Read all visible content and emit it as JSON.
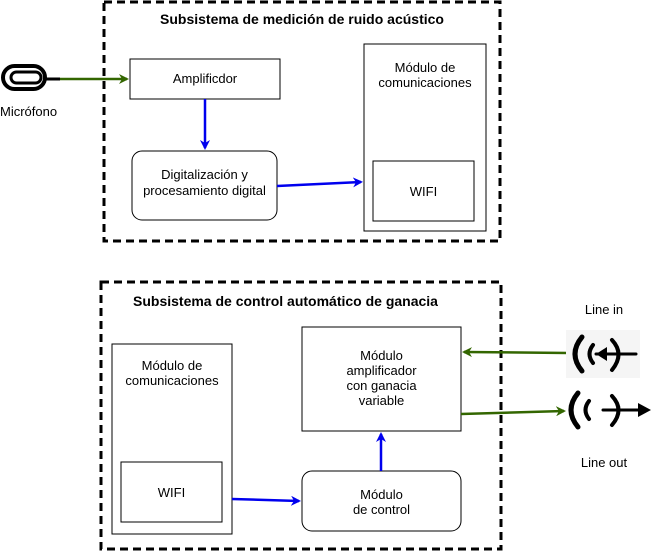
{
  "subsystems": {
    "noise": {
      "title": "Subsistema de medición de ruido acústico"
    },
    "agc": {
      "title": "Subsistema de control automático de ganacia"
    }
  },
  "blocks": {
    "amplificador": "Amplificdor",
    "digitalizacion": "Digitalización y\nprocesamiento digital",
    "modulo_com_top": "Módulo de\ncomunicaciones",
    "wifi_top": "WIFI",
    "modulo_com_bottom": "Módulo de\ncomunicaciones",
    "wifi_bottom": "WIFI",
    "modulo_amplificador": "Módulo\namplificador\ncon ganacia\nvariable",
    "modulo_control": "Módulo\nde control"
  },
  "external": {
    "microfono": "Micrófono",
    "line_in": "Line in",
    "line_out": "Line out"
  },
  "colors": {
    "green_arrow": "#336600",
    "blue_arrow": "#0000ee",
    "box_stroke": "#000000"
  },
  "icons": [
    "microphone-icon",
    "line-in-icon",
    "line-out-icon"
  ]
}
